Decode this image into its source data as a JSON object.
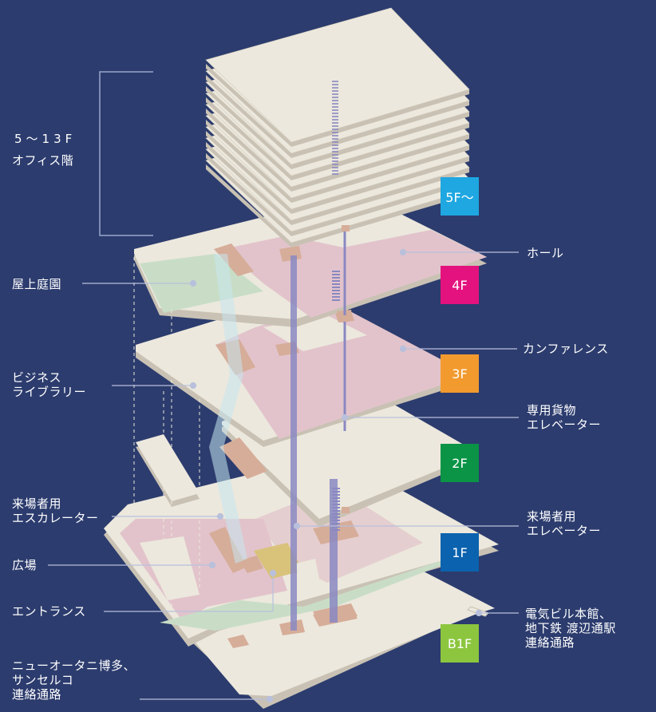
{
  "colors": {
    "background": "#2c3c6e",
    "floor": "#ece8dd",
    "floor_edge": "#c9c2b4",
    "pink": "#e2c3cb",
    "green": "#c9ddc6",
    "brown": "#d6ad99",
    "elevator": "#8a88c2",
    "escalator": "#c7e6ef"
  },
  "office_block": {
    "range": "5～13F",
    "name": "オフィス階"
  },
  "floors": [
    {
      "label": "5F～",
      "color": "#1ea7e1"
    },
    {
      "label": "4F",
      "color": "#e4127e"
    },
    {
      "label": "3F",
      "color": "#f29a2e"
    },
    {
      "label": "2F",
      "color": "#0b9446"
    },
    {
      "label": "1F",
      "color": "#0b62ae"
    },
    {
      "label": "B1F",
      "color": "#8cc63f"
    }
  ],
  "callouts": {
    "rooftop_garden": "屋上庭園",
    "hall": "ホール",
    "conference": "カンファレンス",
    "business_library": "ビジネス\nライブラリー",
    "freight_elevator": "専用貨物\nエレベーター",
    "visitor_escalator": "来場者用\nエスカレーター",
    "visitor_elevator": "来場者用\nエレベーター",
    "plaza": "広場",
    "entrance": "エントランス",
    "denki_building_link": "電気ビル本館、\n地下鉄 渡辺通駅\n連絡通路",
    "new_otani_link": "ニューオータニ博多、\nサンセルコ\n連絡通路"
  }
}
